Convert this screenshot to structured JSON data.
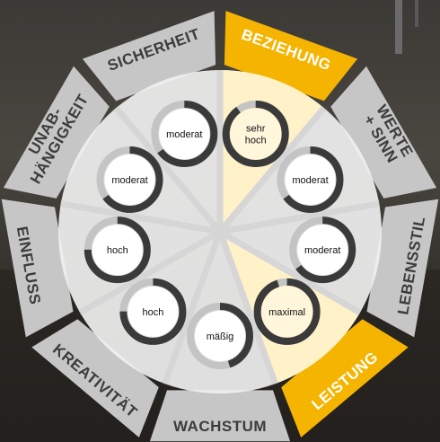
{
  "segments": [
    {
      "id": "sicherheit",
      "label_lines": [
        "SICHERHEIT"
      ],
      "level": "moderat",
      "level_lines": [
        "moderat"
      ],
      "fill_fraction": 0.65,
      "highlight": false
    },
    {
      "id": "beziehung",
      "label_lines": [
        "BEZIEHUNG"
      ],
      "level": "sehr hoch",
      "level_lines": [
        "sehr",
        "hoch"
      ],
      "fill_fraction": 0.9,
      "highlight": true
    },
    {
      "id": "werte-sinn",
      "label_lines": [
        "WERTE",
        "+ SINN"
      ],
      "level": "moderat",
      "level_lines": [
        "moderat"
      ],
      "fill_fraction": 0.65,
      "highlight": false
    },
    {
      "id": "lebensstil",
      "label_lines": [
        "LEBENSSTIL"
      ],
      "level": "moderat",
      "level_lines": [
        "moderat"
      ],
      "fill_fraction": 0.65,
      "highlight": false
    },
    {
      "id": "leistung",
      "label_lines": [
        "LEISTUNG"
      ],
      "level": "maximal",
      "level_lines": [
        "maximal"
      ],
      "fill_fraction": 0.95,
      "highlight": true
    },
    {
      "id": "wachstum",
      "label_lines": [
        "WACHSTUM"
      ],
      "level": "mäßig",
      "level_lines": [
        "mäßig"
      ],
      "fill_fraction": 0.45,
      "highlight": false
    },
    {
      "id": "kreativitaet",
      "label_lines": [
        "KREATIVITÄT"
      ],
      "level": "hoch",
      "level_lines": [
        "hoch"
      ],
      "fill_fraction": 0.75,
      "highlight": false
    },
    {
      "id": "einfluss",
      "label_lines": [
        "EINFLUSS"
      ],
      "level": "hoch",
      "level_lines": [
        "hoch"
      ],
      "fill_fraction": 0.75,
      "highlight": false
    },
    {
      "id": "unabhaengigkeit",
      "label_lines": [
        "UNAB-",
        "HÄNGIGKEIT"
      ],
      "level": "moderat",
      "level_lines": [
        "moderat"
      ],
      "fill_fraction": 0.65,
      "highlight": false
    }
  ],
  "colors": {
    "outer_ring": "#c6c6c6",
    "outer_ring_highlight": "#f5b400",
    "inner_disc": "#f0f0f0",
    "inner_highlight": "#fff1c8",
    "ring_track": "#c4c4c4",
    "ring_fill": "#3a3a3a",
    "outer_text": "#3c3c3c",
    "outer_text_highlight": "#ffffff"
  }
}
